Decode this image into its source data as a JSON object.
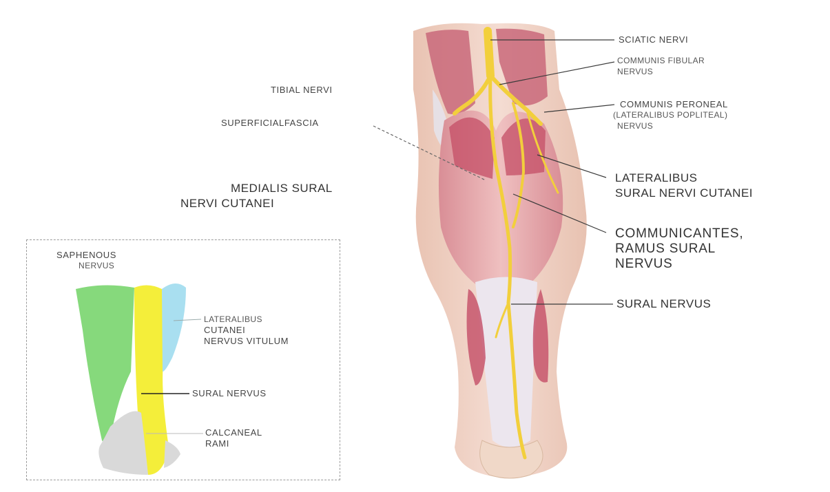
{
  "main_labels": {
    "sciatic": "SCIATIC NERVI",
    "communis_fibular_1": "COMMUNIS FIBULAR",
    "communis_fibular_2": "NERVUS",
    "tibial": "TIBIAL NERVI",
    "communis_peroneal_1": "COMMUNIS PERONEAL",
    "communis_peroneal_2": "(LATERALIBUS POPLITEAL)",
    "communis_peroneal_3": "NERVUS",
    "superficial_fascia": "SUPERFICIALFASCIA",
    "lateralibus_sural_1": "LATERALIBUS",
    "lateralibus_sural_2": "SURAL NERVI CUTANEI",
    "medialis_sural_1": "MEDIALIS SURAL",
    "medialis_sural_2": "NERVI CUTANEI",
    "communicantes_1": "COMMUNICANTES,",
    "communicantes_2": "RAMUS SURAL",
    "communicantes_3": "NERVUS",
    "sural_nervus": "SURAL NERVUS"
  },
  "inset_labels": {
    "saphenous_1": "SAPHENOUS",
    "saphenous_2": "NERVUS",
    "lateralibus_cutanei_1": "LATERALIBUS",
    "lateralibus_cutanei_2": "CUTANEI",
    "lateralibus_cutanei_3": "NERVUS VITULUM",
    "sural": "SURAL NERVUS",
    "calcaneal_1": "CALCANEAL",
    "calcaneal_2": "RAMI"
  },
  "colors": {
    "nerve": "#f2cf3c",
    "muscle": "#c8576d",
    "skin": "#f2d9cf",
    "saphenous_zone": "#86d97c",
    "sural_zone": "#f4ee3a",
    "lateral_zone": "#a9dff0",
    "calcaneal_zone": "#d9d9d9"
  }
}
